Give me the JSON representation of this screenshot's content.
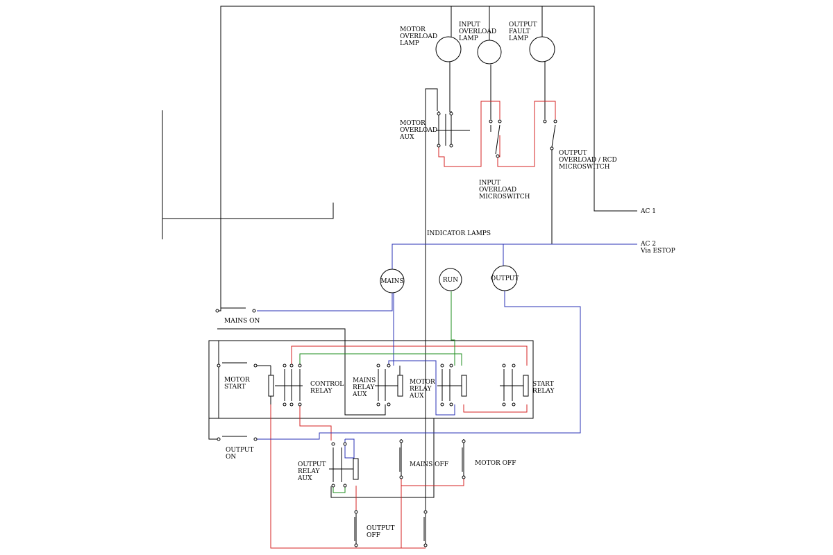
{
  "colors": {
    "wire_black": "#000000",
    "wire_red": "#d42020",
    "wire_blue": "#2832b4",
    "wire_green": "#1e8c1e"
  },
  "labels": {
    "motor_overload_lamp": [
      "MOTOR",
      "OVERLOAD",
      "LAMP"
    ],
    "input_overload_lamp": [
      "INPUT",
      "OVERLOAD",
      "LAMP"
    ],
    "output_fault_lamp": [
      "OUTPUT",
      "FAULT",
      "LAMP"
    ],
    "motor_overload_aux": [
      "MOTOR",
      "OVERLOAD",
      "AUX"
    ],
    "output_overload_rcd": [
      "OUTPUT",
      "OVERLOAD / RCD",
      "MICROSWITCH"
    ],
    "input_overload_microswitch": [
      "INPUT",
      "OVERLOAD",
      "MICROSWITCH"
    ],
    "ac1": "AC 1",
    "ac2": [
      "AC 2",
      "Via ESTOP"
    ],
    "indicator_lamps": "INDICATOR LAMPS",
    "lamp_mains": "MAINS",
    "lamp_run": "RUN",
    "lamp_output": "OUTPUT",
    "mains_on": "MAINS ON",
    "motor_start": [
      "MOTOR",
      "START"
    ],
    "control_relay": [
      "CONTROL",
      "RELAY"
    ],
    "mains_relay_aux": [
      "MAINS",
      "RELAY",
      "AUX"
    ],
    "motor_relay_aux": [
      "MOTOR",
      "RELAY",
      "AUX"
    ],
    "start_relay": [
      "START",
      "RELAY"
    ],
    "output_on": [
      "OUTPUT",
      "ON"
    ],
    "output_relay_aux": [
      "OUTPUT",
      "RELAY",
      "AUX"
    ],
    "mains_off": "MAINS OFF",
    "motor_off": "MOTOR OFF",
    "output_off": [
      "OUTPUT",
      "OFF"
    ]
  }
}
